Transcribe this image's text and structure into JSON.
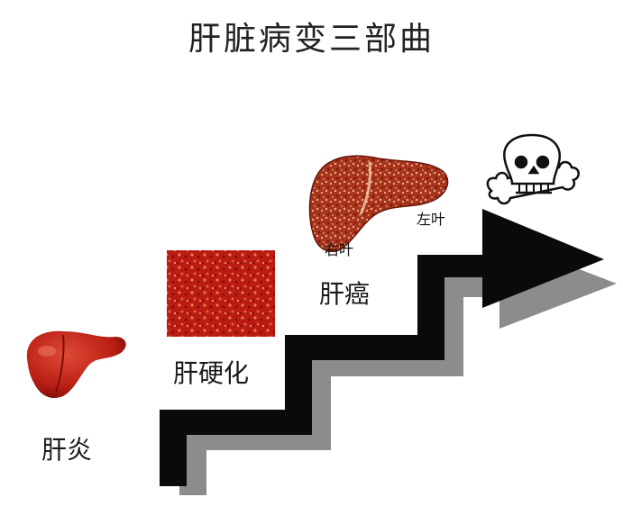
{
  "title": "肝脏病变三部曲",
  "stages": [
    {
      "label": "肝炎",
      "image": "liver-icon"
    },
    {
      "label": "肝硬化",
      "image": "cirrhosis-tissue-texture"
    },
    {
      "label": "肝癌",
      "image": "cancerous-liver-icon"
    }
  ],
  "liver_lobes": {
    "right": "右叶",
    "left": "左叶"
  },
  "end_symbol": "skull-and-crossbones-icon",
  "colors": {
    "arrow": "#0a0a0a",
    "shadow": "#8c8c8c",
    "liver": "#c2241a",
    "cirrhosis": "#b81c12"
  }
}
